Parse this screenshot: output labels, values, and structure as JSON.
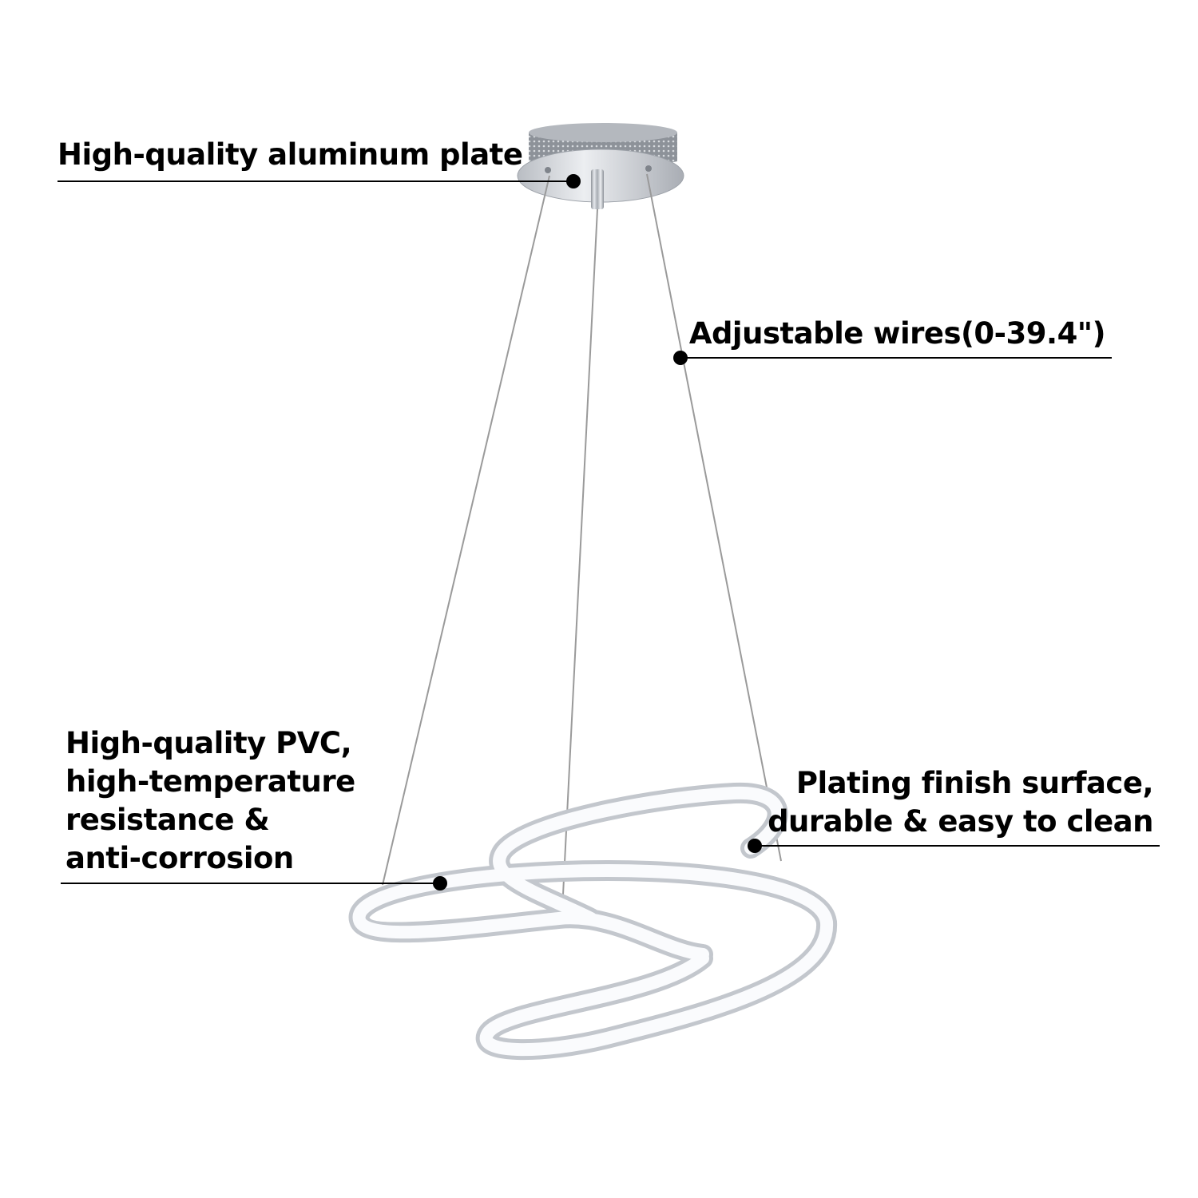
{
  "callouts": {
    "plate": {
      "lines": [
        "High-quality aluminum plate"
      ]
    },
    "wires": {
      "lines": [
        "Adjustable wires(0-39.4\")"
      ]
    },
    "pvc": {
      "lines": [
        "High-quality PVC,",
        "high-temperature",
        "resistance &",
        "anti-corrosion"
      ]
    },
    "plating": {
      "lines": [
        "Plating finish surface,",
        "durable & easy to clean"
      ]
    }
  },
  "colors": {
    "text": "#000000",
    "background": "#ffffff",
    "chrome": "#c8ccd2",
    "led": "#fafbfd",
    "wire": "#9a9a9a"
  }
}
